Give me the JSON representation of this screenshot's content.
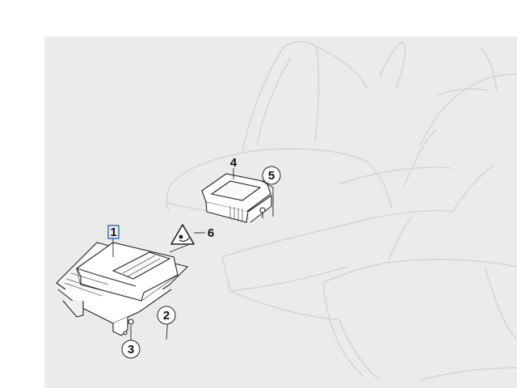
{
  "diagram": {
    "panel_color": "#ebebeb",
    "ghost_stroke": "#cfcfcf",
    "part_stroke": "#222222",
    "highlight_color": "#1f5fbf",
    "callouts": [
      {
        "id": "1",
        "label": "1",
        "selected": true
      },
      {
        "id": "2",
        "label": "2",
        "circled": true
      },
      {
        "id": "3",
        "label": "3",
        "circled": true
      },
      {
        "id": "4",
        "label": "4"
      },
      {
        "id": "5",
        "label": "5",
        "circled": true
      },
      {
        "id": "6",
        "label": "6"
      }
    ],
    "warning_symbol": "airbag-warning-icon"
  }
}
